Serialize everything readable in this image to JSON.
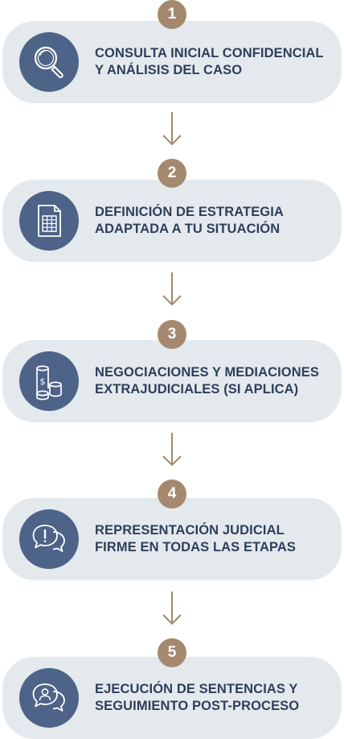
{
  "colors": {
    "card_bg": "#e4e9ed",
    "icon_circle": "#4d6387",
    "badge": "#a4896f",
    "text": "#2e3f5c",
    "arrow": "#a4896f"
  },
  "steps": [
    {
      "number": "1",
      "icon": "magnifier-icon",
      "label": "CONSULTA INICIAL CONFIDENCIAL Y ANÁLISIS DEL CASO"
    },
    {
      "number": "2",
      "icon": "spreadsheet-document-icon",
      "label": "DEFINICIÓN DE ESTRATEGIA ADAPTADA A TU SITUACIÓN"
    },
    {
      "number": "3",
      "icon": "money-cylinders-icon",
      "label": "NEGOCIACIONES Y MEDIACIONES EXTRAJUDICIALES (SI APLICA)"
    },
    {
      "number": "4",
      "icon": "alert-chat-bubbles-icon",
      "label": "REPRESENTACIÓN JUDICIAL FIRME EN TODAS LAS ETAPAS"
    },
    {
      "number": "5",
      "icon": "user-chat-bubbles-icon",
      "label": "EJECUCIÓN DE SENTENCIAS Y SEGUIMIENTO POST-PROCESO"
    }
  ]
}
